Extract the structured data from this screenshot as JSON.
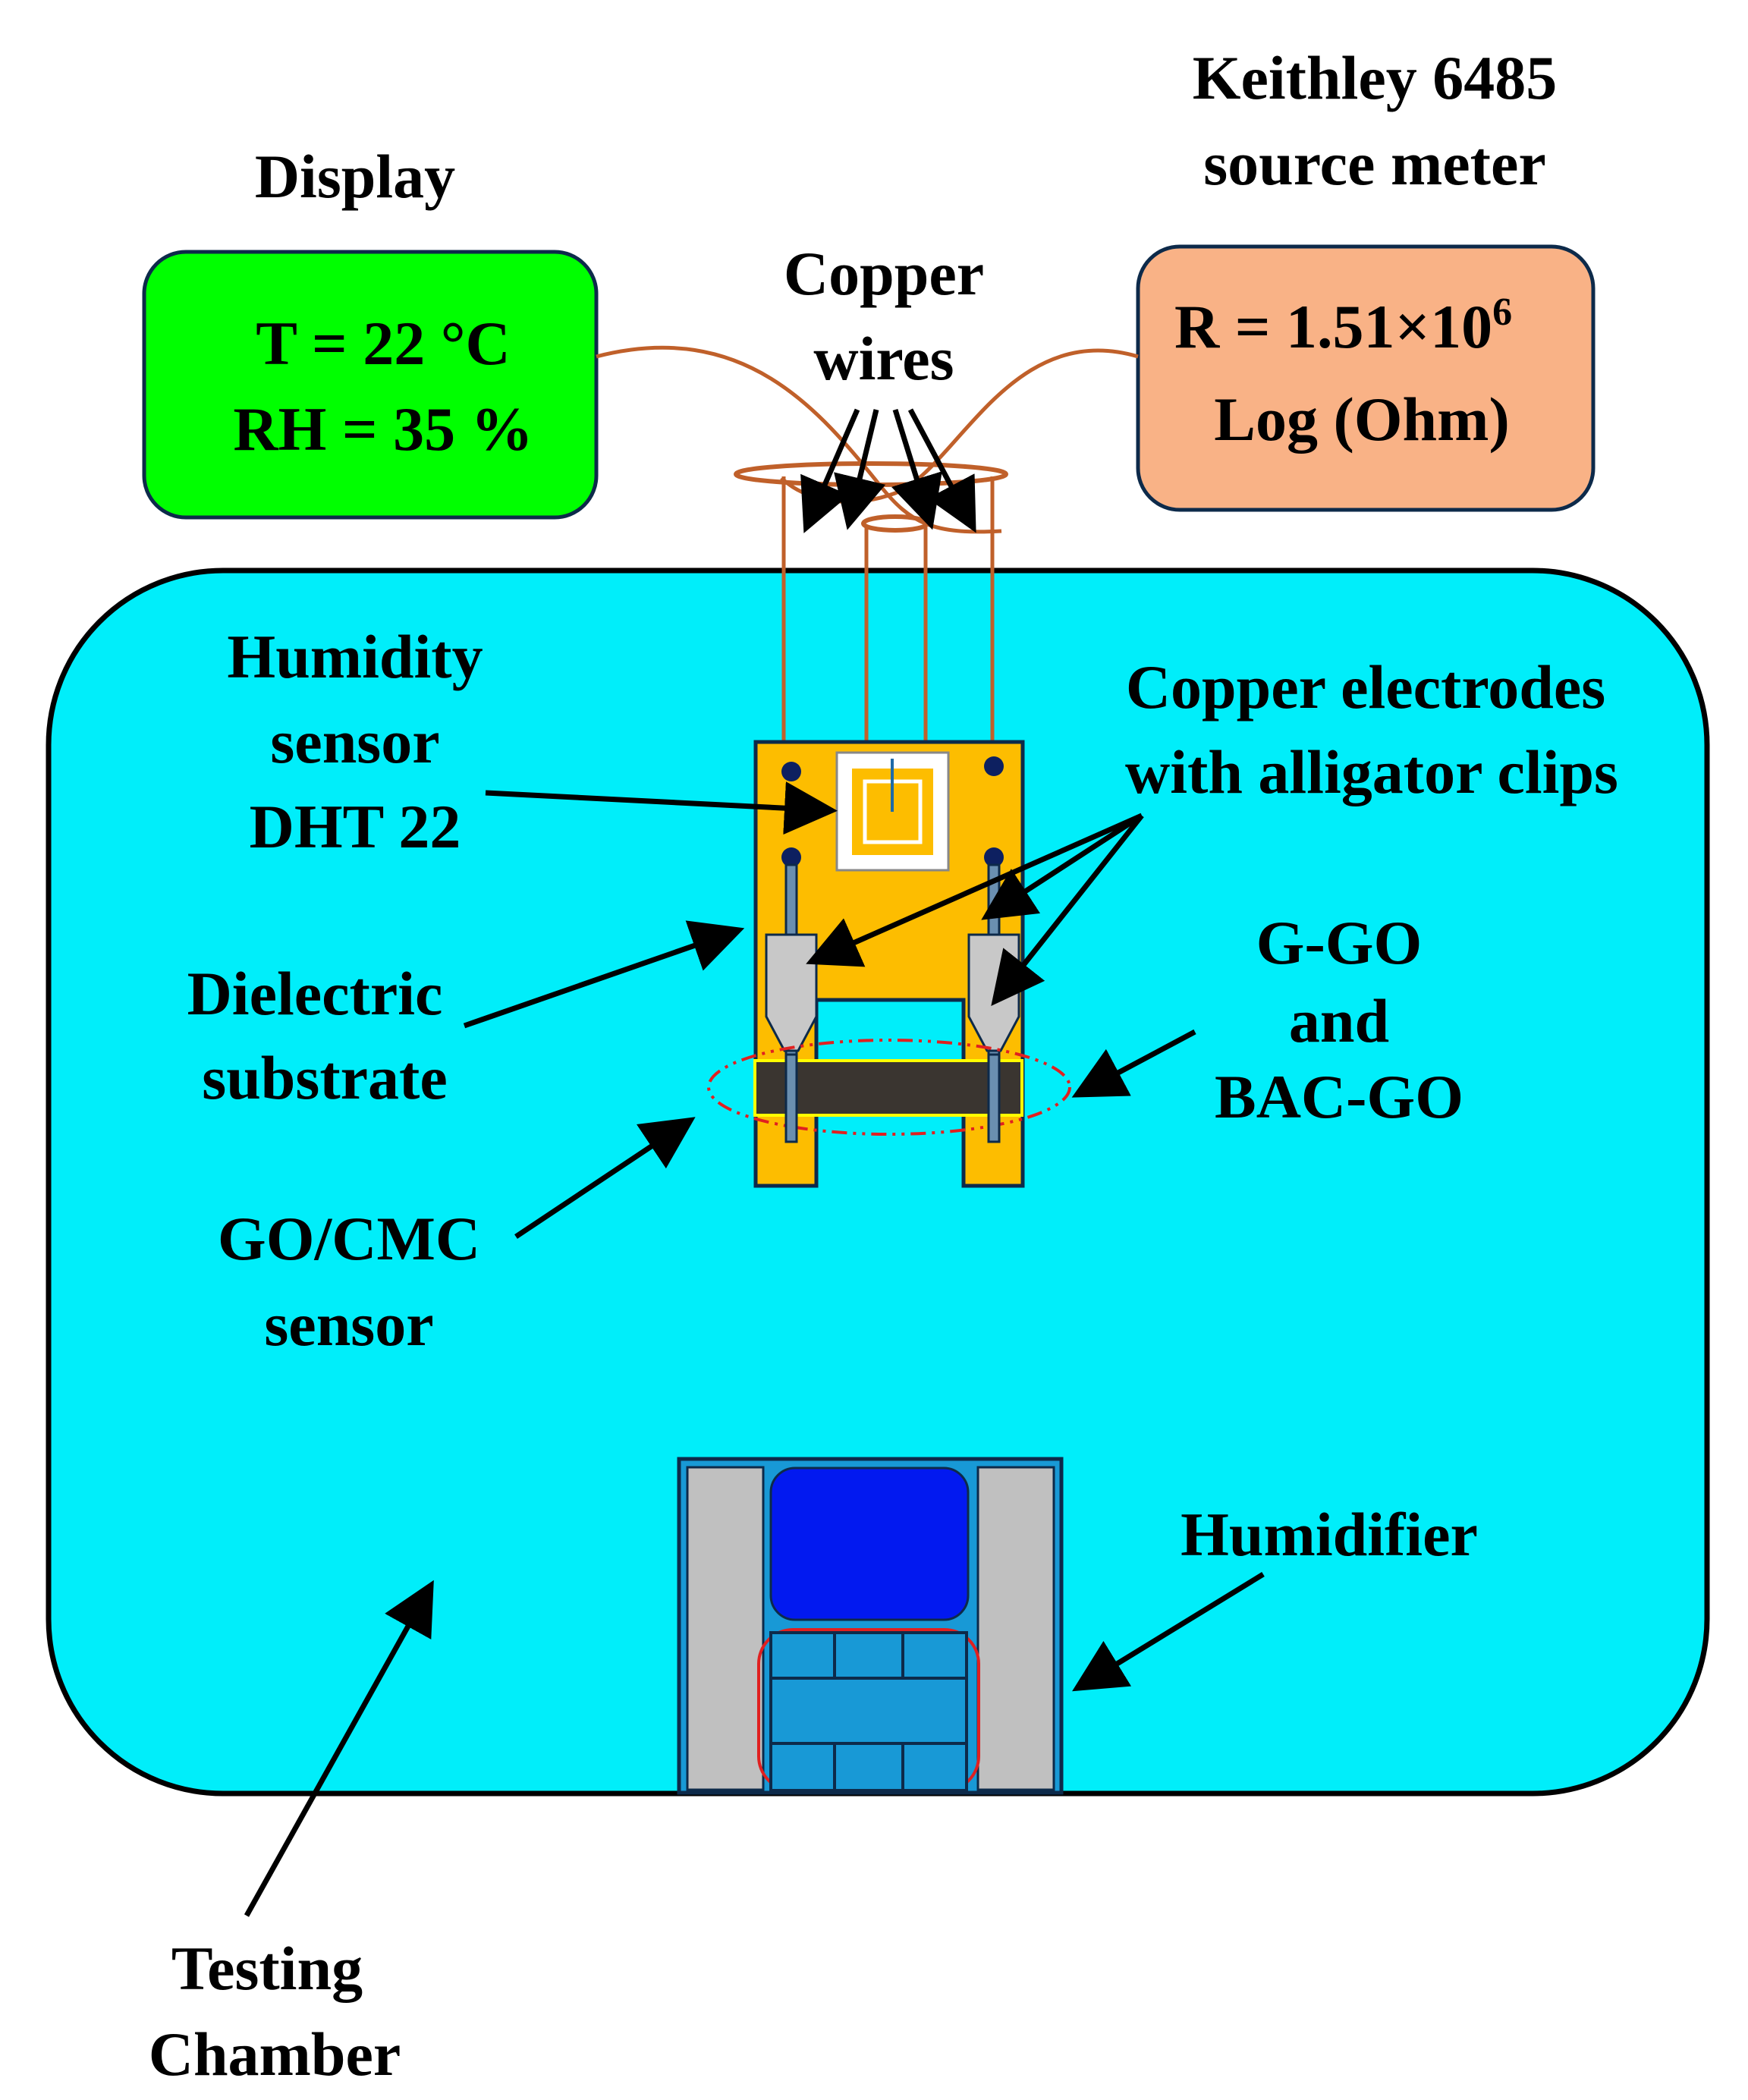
{
  "title_display": "Display",
  "title_meter": [
    "Keithley 6485",
    "source meter"
  ],
  "display_box": {
    "line1": "T = 22 °C",
    "line2": "RH = 35 %"
  },
  "meter_box": {
    "line1_main": "R = 1.51×10",
    "line1_sup": "6",
    "line2": "Log (Ohm)"
  },
  "labels": {
    "copper_wires": [
      "Copper",
      "wires"
    ],
    "humidity_sensor": [
      "Humidity",
      "sensor",
      "DHT 22"
    ],
    "copper_electrodes": [
      "Copper electrodes",
      "with alligator clips"
    ],
    "dielectric": [
      "Dielectric",
      "substrate"
    ],
    "films": [
      "G-GO",
      "and",
      "BAC-GO"
    ],
    "gocmc": [
      "GO/CMC",
      "sensor"
    ],
    "humidifier": "Humidifier",
    "chamber": [
      "Testing",
      "Chamber"
    ]
  },
  "colors": {
    "chamber": "#00eefa",
    "display": "#00ff00",
    "meter": "#f9b286",
    "board": "#fdbd00",
    "wire": "#c0602a",
    "humidifier_blue": "#1899d6",
    "humidifier_dark": "#0219f0",
    "sensor_film": "#3a3530"
  }
}
